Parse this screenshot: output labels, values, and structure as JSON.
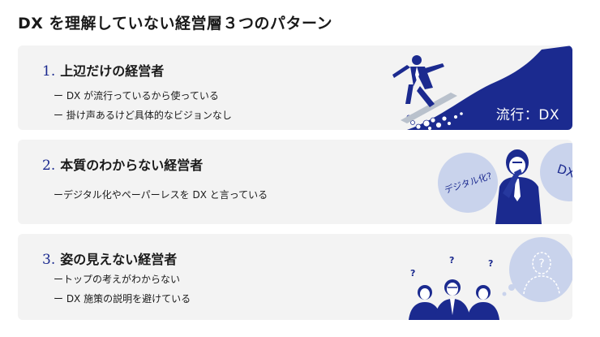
{
  "title": "DX を理解していない経営層３つのパターン",
  "cards": [
    {
      "number": "1.",
      "title": "上辺だけの経営者",
      "bullets": [
        "ー DX が流行っているから使っている",
        "ー 掛け声あるけど具体的なビジョンなし"
      ],
      "wave_label": "流行：DX"
    },
    {
      "number": "2.",
      "title": "本質のわからない経営者",
      "bullets": [
        "ーデジタル化やペーパーレスを DX と言っている"
      ],
      "bubble_left": "デジタル化?",
      "bubble_right": "DX?"
    },
    {
      "number": "3.",
      "title": "姿の見えない経営者",
      "bullets": [
        "ートップの考えがわからない",
        "ー DX 施策の説明を避けている"
      ],
      "question_mark": "?"
    }
  ],
  "colors": {
    "accent": "#1b2a8f",
    "card_bg": "#f3f3f3",
    "bubble": "#c9d3ec",
    "text": "#1a1a1a"
  }
}
